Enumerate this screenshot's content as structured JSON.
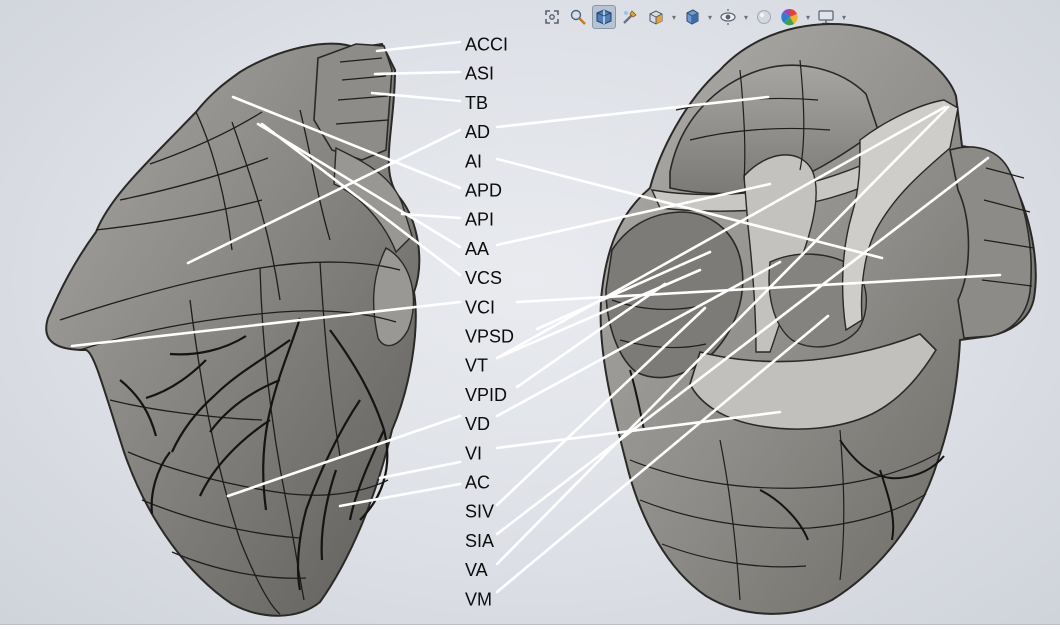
{
  "toolbar": {
    "icons": [
      "zoom-fit-icon",
      "zoom-area-icon",
      "section-view-icon",
      "view-settings-icon",
      "view-orientation-icon",
      "display-style-icon",
      "hide-show-icon",
      "edit-appearance-icon",
      "scene-icon",
      "display-monitor-icon"
    ],
    "active": "section-view-icon"
  },
  "labels": [
    "ACCI",
    "ASI",
    "TB",
    "AD",
    "AI",
    "APD",
    "API",
    "AA",
    "VCS",
    "VCI",
    "VPSD",
    "VT",
    "VPID",
    "VD",
    "VI",
    "AC",
    "SIV",
    "SIA",
    "VA",
    "VM"
  ]
}
